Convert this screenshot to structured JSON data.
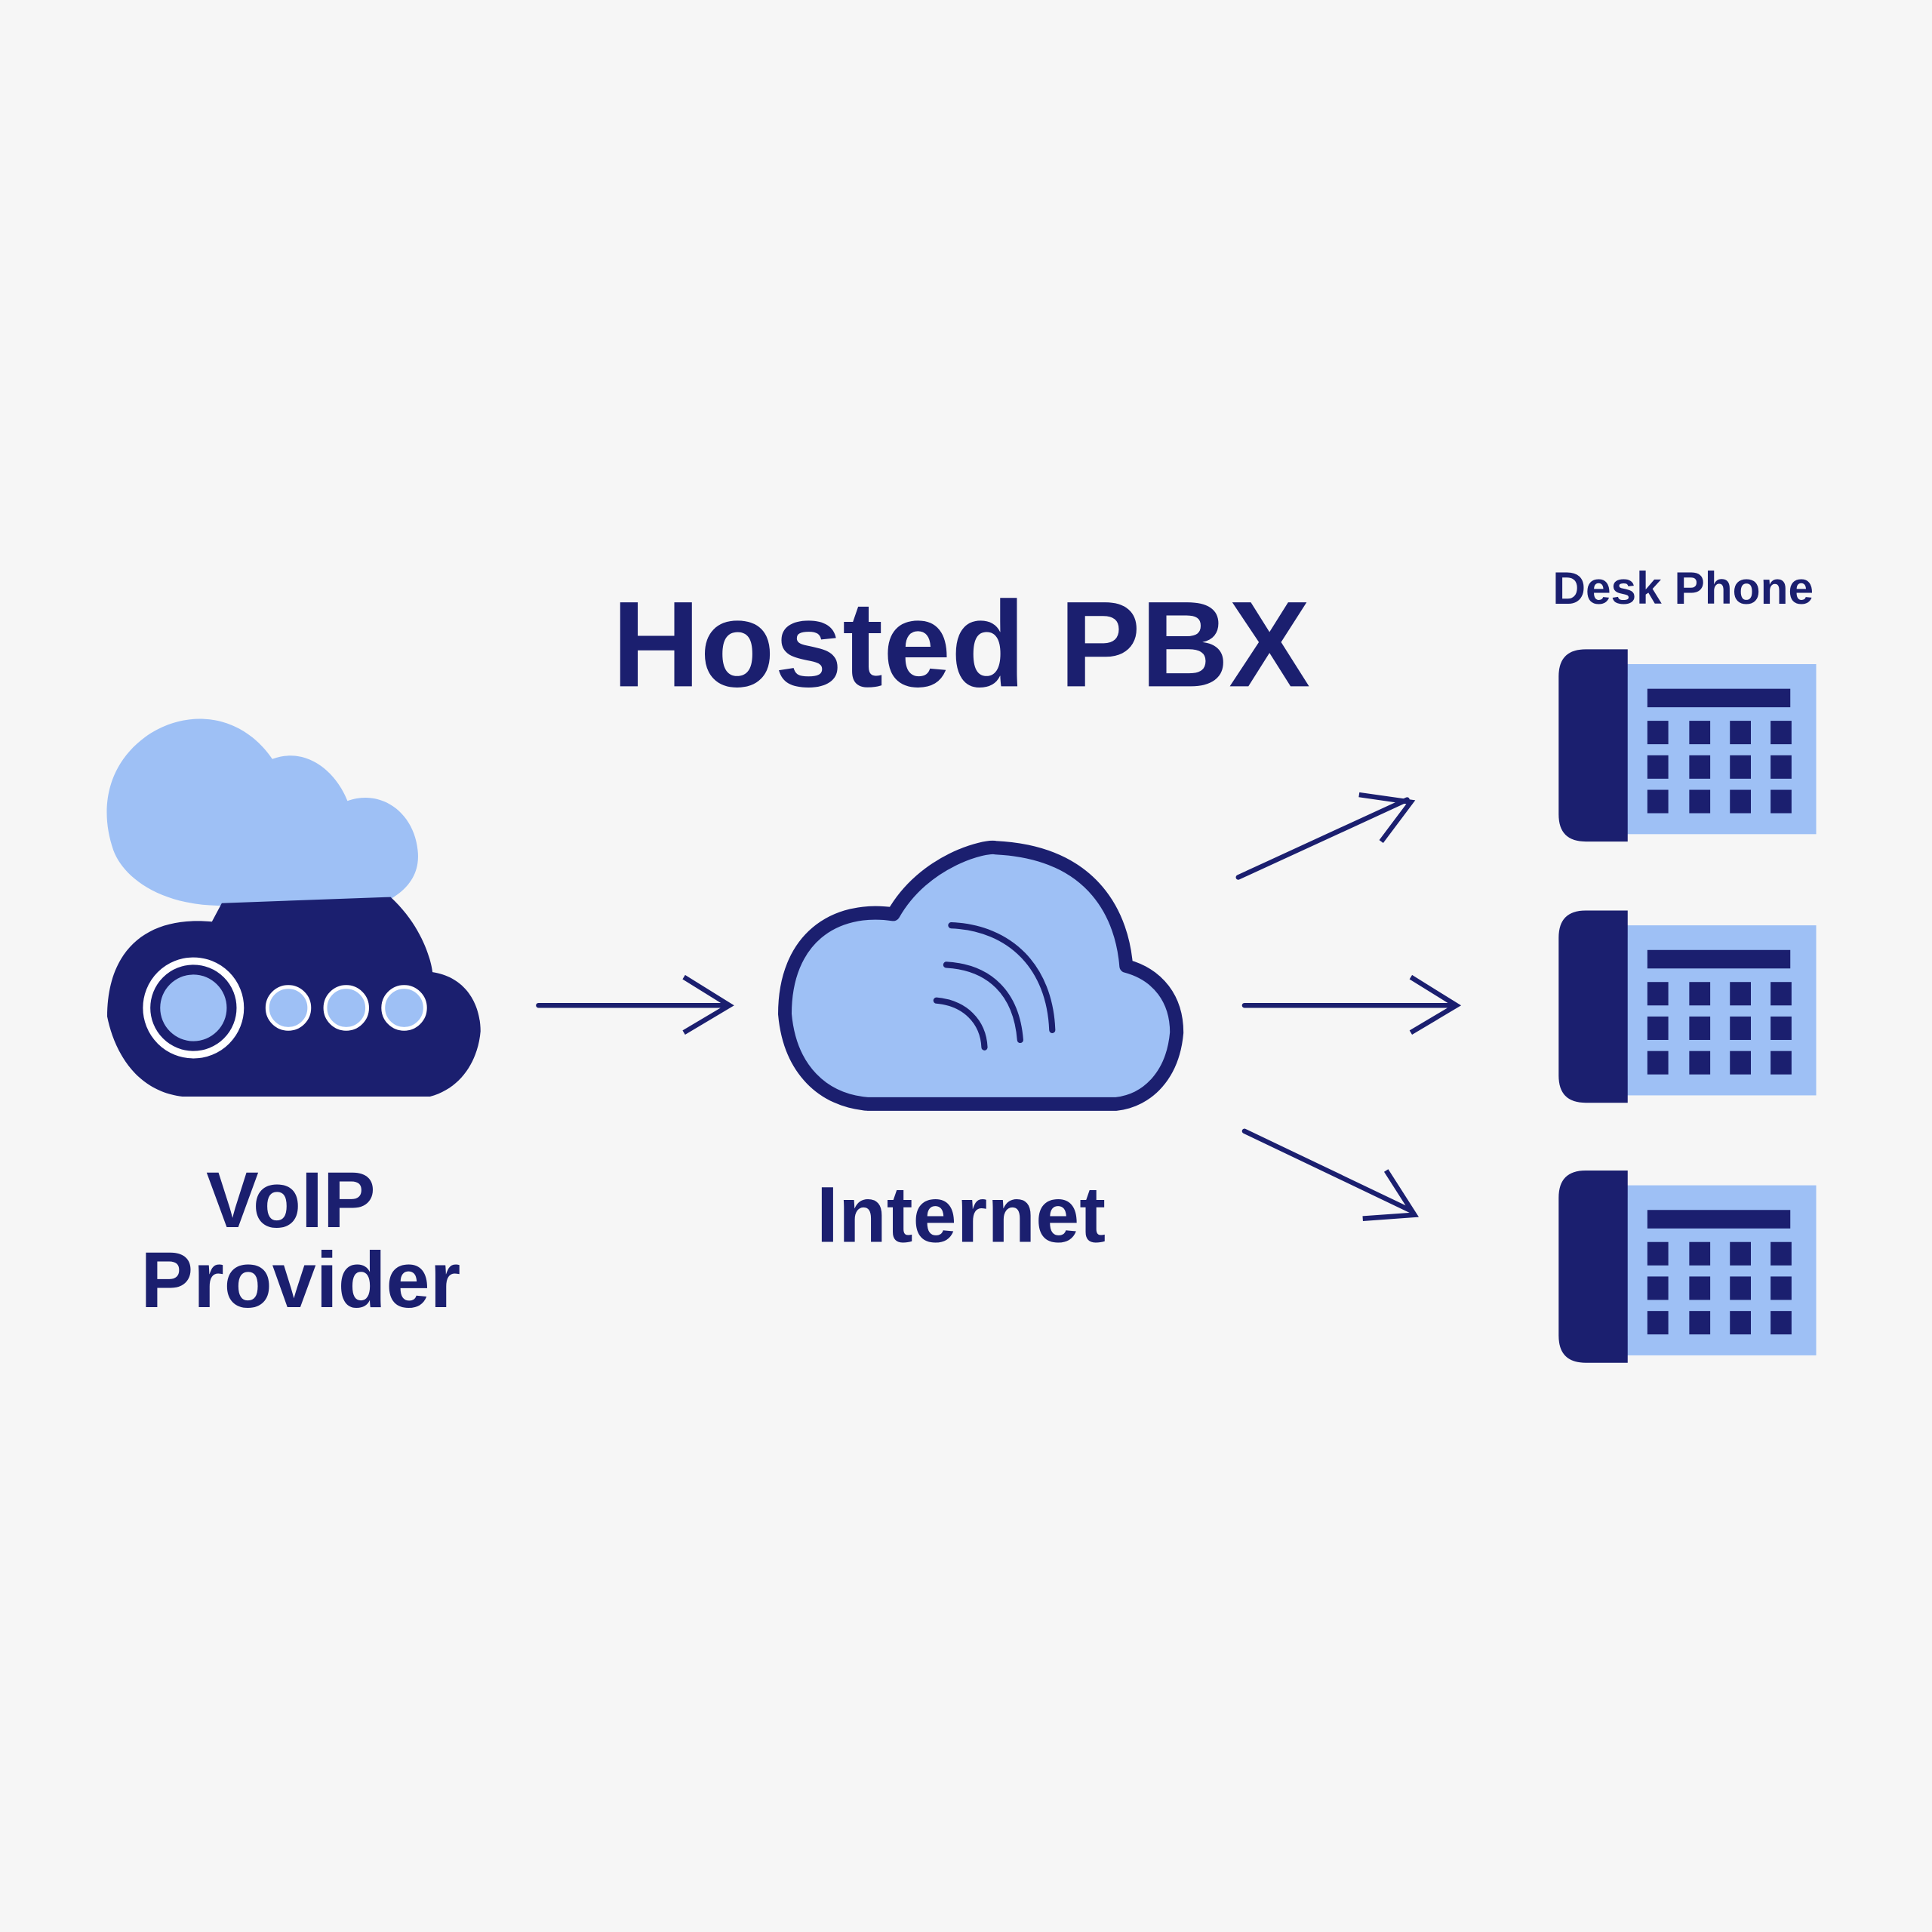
{
  "title": "Hosted PBX",
  "colors": {
    "background": "#f6f6f6",
    "navy": "#1b1f6f",
    "light_blue": "#9ec0f5",
    "white": "#ffffff"
  },
  "nodes": {
    "provider": {
      "label_line1": "VoIP",
      "label_line2": "Provider",
      "icon": "cloud-router-icon"
    },
    "internet": {
      "label": "Internet",
      "icon": "cloud-wifi-icon"
    },
    "phones": {
      "label": "Desk Phone",
      "icon": "desk-phone-icon",
      "count": 3
    }
  },
  "connections": [
    {
      "from": "provider",
      "to": "internet"
    },
    {
      "from": "internet",
      "to": "phone-1"
    },
    {
      "from": "internet",
      "to": "phone-2"
    },
    {
      "from": "internet",
      "to": "phone-3"
    }
  ]
}
